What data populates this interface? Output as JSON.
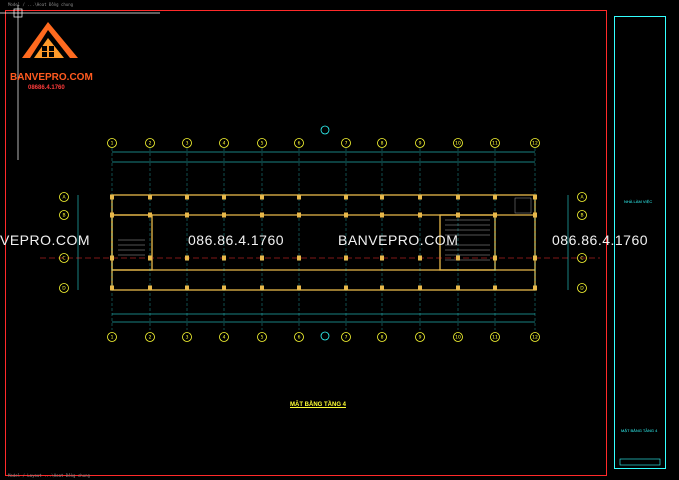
{
  "tab_top": "Model / ...\\Hoat Đồng chung",
  "tab_bottom": "Model / Layout ...\\Hoat Đồng chung",
  "logo": {
    "brand": "BANVEPRO.COM",
    "phone": "08686.4.1760"
  },
  "watermark": {
    "left": "VEPRO.COM",
    "mid_phone": "086.86.4.1760",
    "mid_brand": "BANVEPRO.COM",
    "right_phone": "086.86.4.1760"
  },
  "drawing_title": "MẶT BẰNG TẦNG 4",
  "title_block": {
    "top_text": "NHÀ LÀM VIỆC",
    "bottom_text": "MẶT BẰNG TẦNG 4"
  },
  "grid_numbers": [
    "1",
    "2",
    "3",
    "4",
    "5",
    "6",
    "7",
    "8",
    "9",
    "10",
    "11",
    "12"
  ],
  "grid_letters": [
    "A",
    "B",
    "C",
    "D"
  ],
  "colors": {
    "frame": "#ff2a2a",
    "grid": "#ffff33",
    "wall": "#e8b84a",
    "dim": "#33ffff",
    "axis": "#ff3333"
  }
}
